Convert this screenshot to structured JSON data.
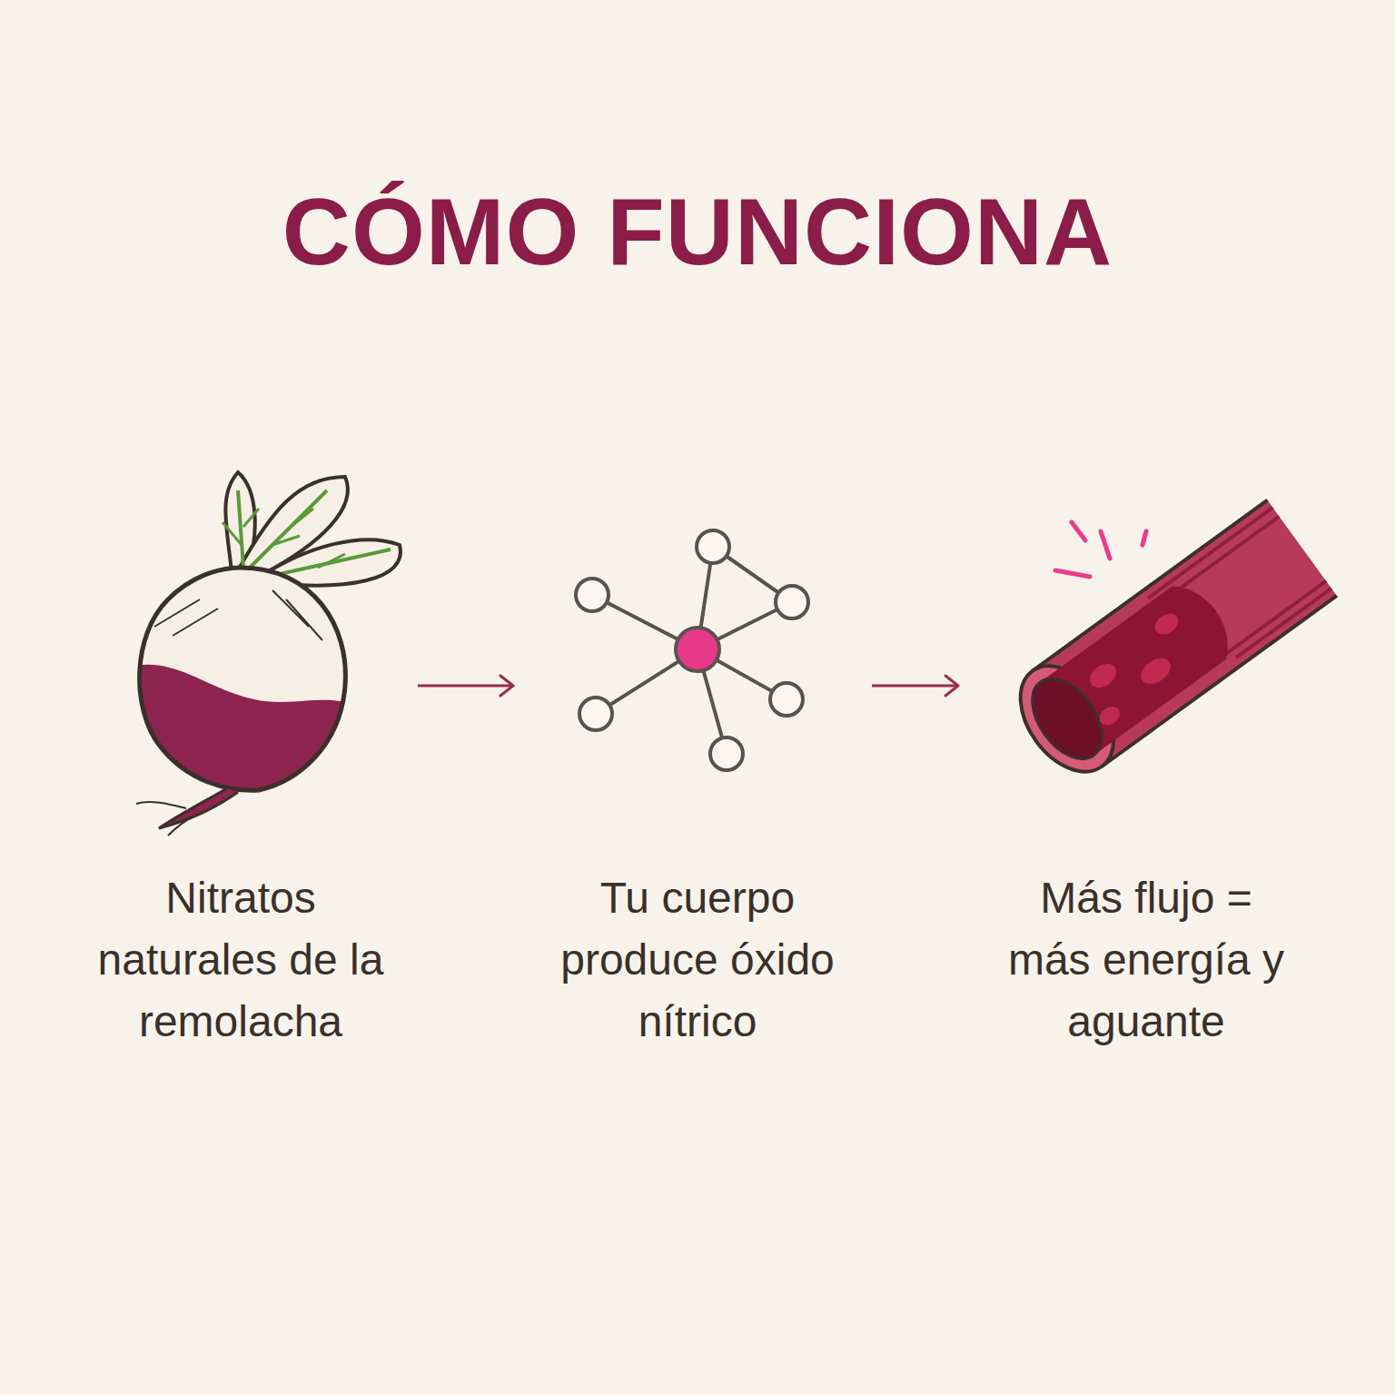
{
  "diagram": {
    "title": "CÓMO FUNCIONA",
    "nodes": [
      {
        "text": [
          "Nitratos naturales de la remolacha"
        ]
      },
      {
        "text": [
          "Tu cuerpo produce óxido nítrico"
        ]
      },
      {
        "text": [
          "Más flujo = más energía y aguante"
        ]
      }
    ],
    "edges": [
      {
        "from": 0,
        "to": 1,
        "arrow": "to"
      },
      {
        "from": 1,
        "to": 2,
        "arrow": "to"
      }
    ]
  }
}
